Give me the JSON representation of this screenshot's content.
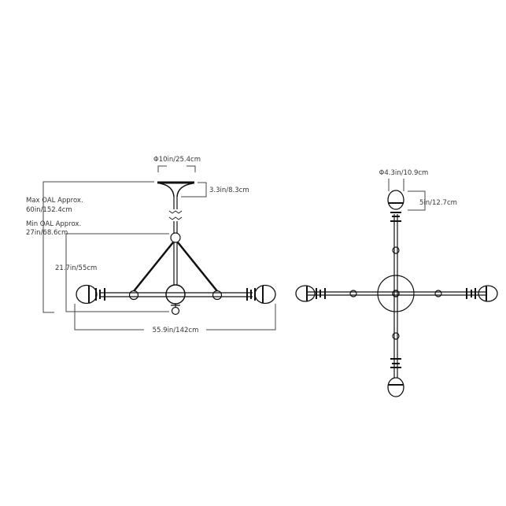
{
  "side_view": {
    "canopy_diameter": "Φ10in/25.4cm",
    "canopy_height": "3.3in/8.3cm",
    "max_oal_label": "Max OAL Approx.",
    "max_oal_value": "60in/152.4cm",
    "min_oal_label": "Min OAL Approx.",
    "min_oal_value": "27in/68.6cm",
    "body_height": "21.7in/55cm",
    "overall_width": "55.9in/142cm"
  },
  "top_view": {
    "shade_diameter": "Φ4.3in/10.9cm",
    "shade_height": "5in/12.7cm"
  }
}
